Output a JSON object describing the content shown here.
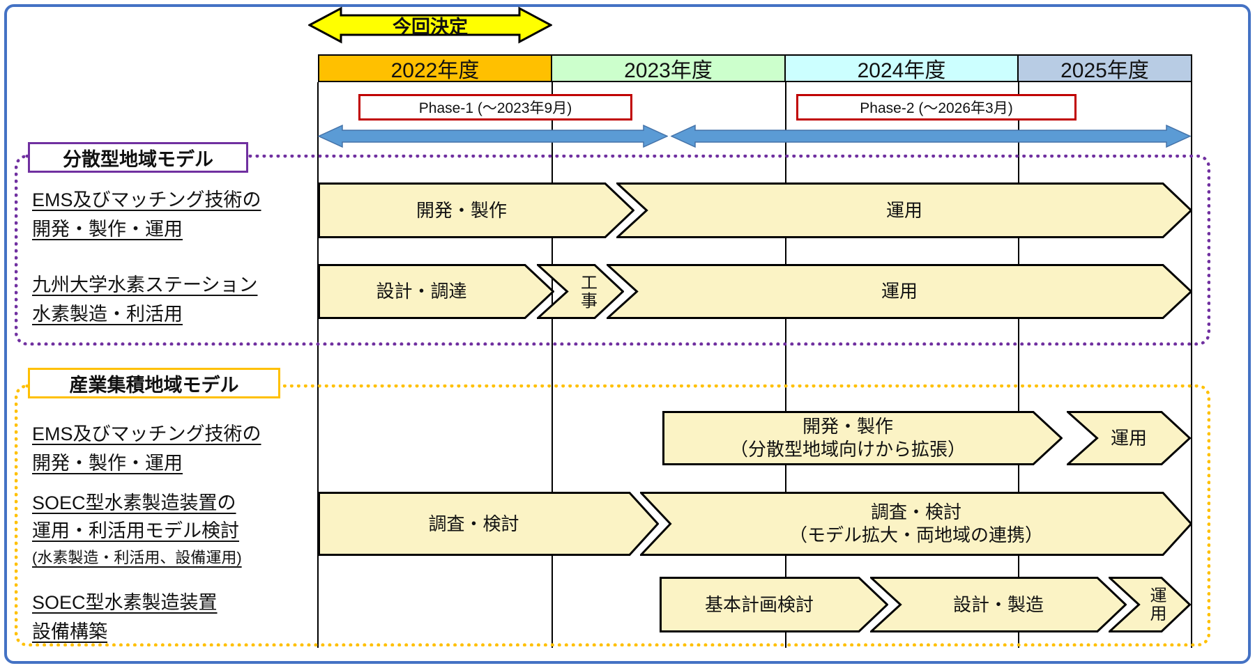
{
  "banner": {
    "label": "今回決定",
    "fill": "#FFFF00"
  },
  "header": {
    "years": [
      {
        "label": "2022年度",
        "color": "#FFC000"
      },
      {
        "label": "2023年度",
        "color": "#CCFFCC"
      },
      {
        "label": "2024年度",
        "color": "#CCFFFF"
      },
      {
        "label": "2025年度",
        "color": "#B8CCE4"
      }
    ]
  },
  "phases": [
    {
      "label": "Phase-1 (～2023年9月)",
      "border_color": "#C00000"
    },
    {
      "label": "Phase-2 (～2026年3月)",
      "border_color": "#C00000"
    }
  ],
  "phase_arrow_color": "#5B9BD5",
  "bar_fill": "#FBF3C5",
  "sections": [
    {
      "title": "分散型地域モデル",
      "accent": "#7030A0",
      "rows": [
        {
          "label_lines": [
            "EMS及びマッチング技術の",
            "開発・製作・運用"
          ],
          "bars": [
            {
              "text": "開発・製作"
            },
            {
              "text": "運用"
            }
          ]
        },
        {
          "label_lines": [
            "九州大学水素ステーション",
            "水素製造・利活用"
          ],
          "bars": [
            {
              "text": "設計・調達"
            },
            {
              "text": "工事",
              "vertical": true
            },
            {
              "text": "運用"
            }
          ]
        }
      ]
    },
    {
      "title": "産業集積地域モデル",
      "accent": "#FFC000",
      "rows": [
        {
          "label_lines": [
            "EMS及びマッチング技術の",
            "開発・製作・運用"
          ],
          "bars": [
            {
              "text": "開発・製作",
              "subtext": "（分散型地域向けから拡張）"
            },
            {
              "text": "運用"
            }
          ]
        },
        {
          "label_lines": [
            "SOEC型水素製造装置の",
            "運用・利活用モデル検討",
            "(水素製造・利活用、設備運用)"
          ],
          "bars": [
            {
              "text": "調査・検討"
            },
            {
              "text": "調査・検討",
              "subtext": "（モデル拡大・両地域の連携）"
            }
          ]
        },
        {
          "label_lines": [
            "SOEC型水素製造装置",
            "設備構築"
          ],
          "bars": [
            {
              "text": "基本計画検討"
            },
            {
              "text": "設計・製造"
            },
            {
              "text": "運用",
              "vertical": true
            }
          ]
        }
      ]
    }
  ]
}
